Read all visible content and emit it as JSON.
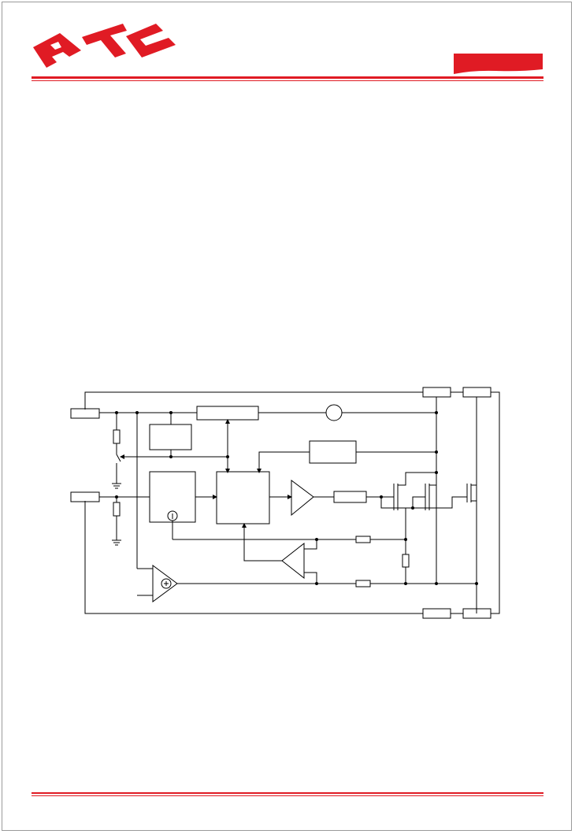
{
  "brand": {
    "logo_text": "ATC",
    "accent_color": "#e01b24"
  },
  "diagram": {
    "kind": "block-diagram",
    "blocks": [
      "pin-top-left",
      "pin-mid-left",
      "switch-box",
      "long-bar-block",
      "wide-block",
      "ramp-block",
      "logic-block",
      "driver-block",
      "pin-top-right-a",
      "pin-top-right-b",
      "pin-bottom-right-a",
      "pin-bottom-right-b"
    ]
  }
}
